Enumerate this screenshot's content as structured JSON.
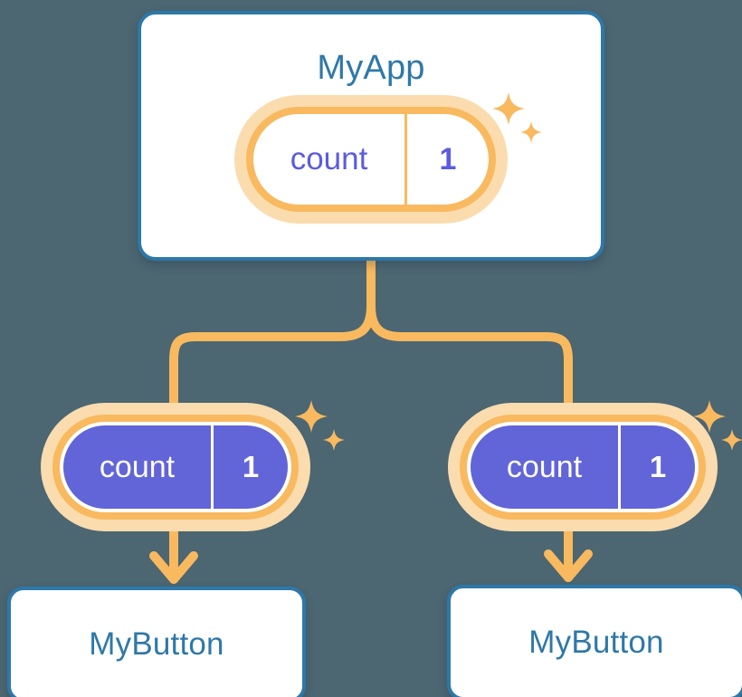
{
  "theme": {
    "background": "#4c6672",
    "card_border": "#2d78a9",
    "card_fill": "#ffffff",
    "title_blue": "#2f78a8",
    "signal_orange": "#f9b95f",
    "signal_glow": "#fbdcae",
    "signal_purple": "#6265d8",
    "signal_purple_text": "#5b5be0",
    "white": "#ffffff"
  },
  "diagram": {
    "type": "component-tree",
    "root": {
      "title": "MyApp",
      "signal": {
        "key": "count",
        "value": "1",
        "style": "outline"
      },
      "sparkle_icon": "sparkles-icon"
    },
    "children": [
      {
        "signal": {
          "key": "count",
          "value": "1",
          "style": "filled"
        },
        "sparkle_icon": "sparkles-icon",
        "title": "MyButton"
      },
      {
        "signal": {
          "key": "count",
          "value": "1",
          "style": "filled"
        },
        "sparkle_icon": "sparkles-icon",
        "title": "MyButton"
      }
    ],
    "connectors": [
      {
        "from": "MyApp",
        "to": "signal-left",
        "style": "curved-branch",
        "color": "#f9b95f"
      },
      {
        "from": "MyApp",
        "to": "signal-right",
        "style": "curved-branch",
        "color": "#f9b95f"
      },
      {
        "from": "signal-left",
        "to": "MyButton-left",
        "style": "arrow-down",
        "color": "#f9b95f"
      },
      {
        "from": "signal-right",
        "to": "MyButton-right",
        "style": "arrow-down",
        "color": "#f9b95f"
      }
    ]
  }
}
